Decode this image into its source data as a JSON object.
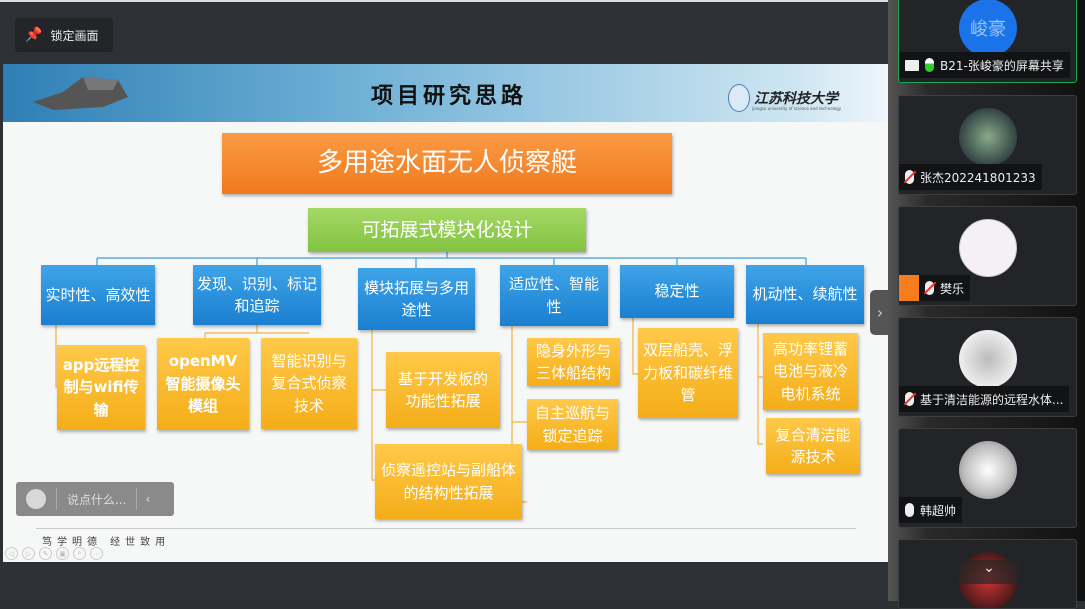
{
  "toolbar": {
    "lock_label": "锁定画面",
    "lock_icon": "pin-icon"
  },
  "slide": {
    "title": "项目研究思路",
    "logo_text": "江苏科技大学",
    "logo_sub": "jiangsu university of science and technology",
    "root": "多用途水面无人侦察艇",
    "level1": "可拓展式模块化设计",
    "categories": [
      {
        "label": "实时性、高效性",
        "children": [
          "app远程控制与wifi传输"
        ]
      },
      {
        "label": "发现、识别、标记和追踪",
        "children": [
          "openMV智能摄像头模组",
          "智能识别与复合式侦察技术"
        ]
      },
      {
        "label": "模块拓展与多用途性",
        "children": [
          "基于开发板的功能性拓展",
          "侦察遥控站与副船体的结构性拓展"
        ]
      },
      {
        "label": "适应性、智能性",
        "children": [
          "隐身外形与三体船结构",
          "自主巡航与锁定追踪"
        ]
      },
      {
        "label": "稳定性",
        "children": [
          "双层船壳、浮力板和碳纤维管"
        ]
      },
      {
        "label": "机动性、续航性",
        "children": [
          "高功率锂蓄电池与液冷电机系统",
          "复合清洁能源技术"
        ]
      }
    ],
    "motto": "笃学明德 经世致用",
    "colors": {
      "root": "#f07a1c",
      "level1": "#82c341",
      "category": "#1a7fd0",
      "leaf": "#f4ad18"
    }
  },
  "chat": {
    "placeholder": "说点什么..."
  },
  "participants": [
    {
      "avatar_text": "峻豪",
      "name": "B21-张峻豪的屏幕共享",
      "mic": "on",
      "sharing": true
    },
    {
      "name": "张杰202241801233",
      "mic": "muted"
    },
    {
      "name": "樊乐",
      "mic": "muted",
      "host_badge": true
    },
    {
      "name": "基于清洁能源的远程水体...",
      "mic": "muted"
    },
    {
      "name": "韩超帅",
      "mic": "on"
    },
    {
      "name": "",
      "mic": ""
    }
  ]
}
